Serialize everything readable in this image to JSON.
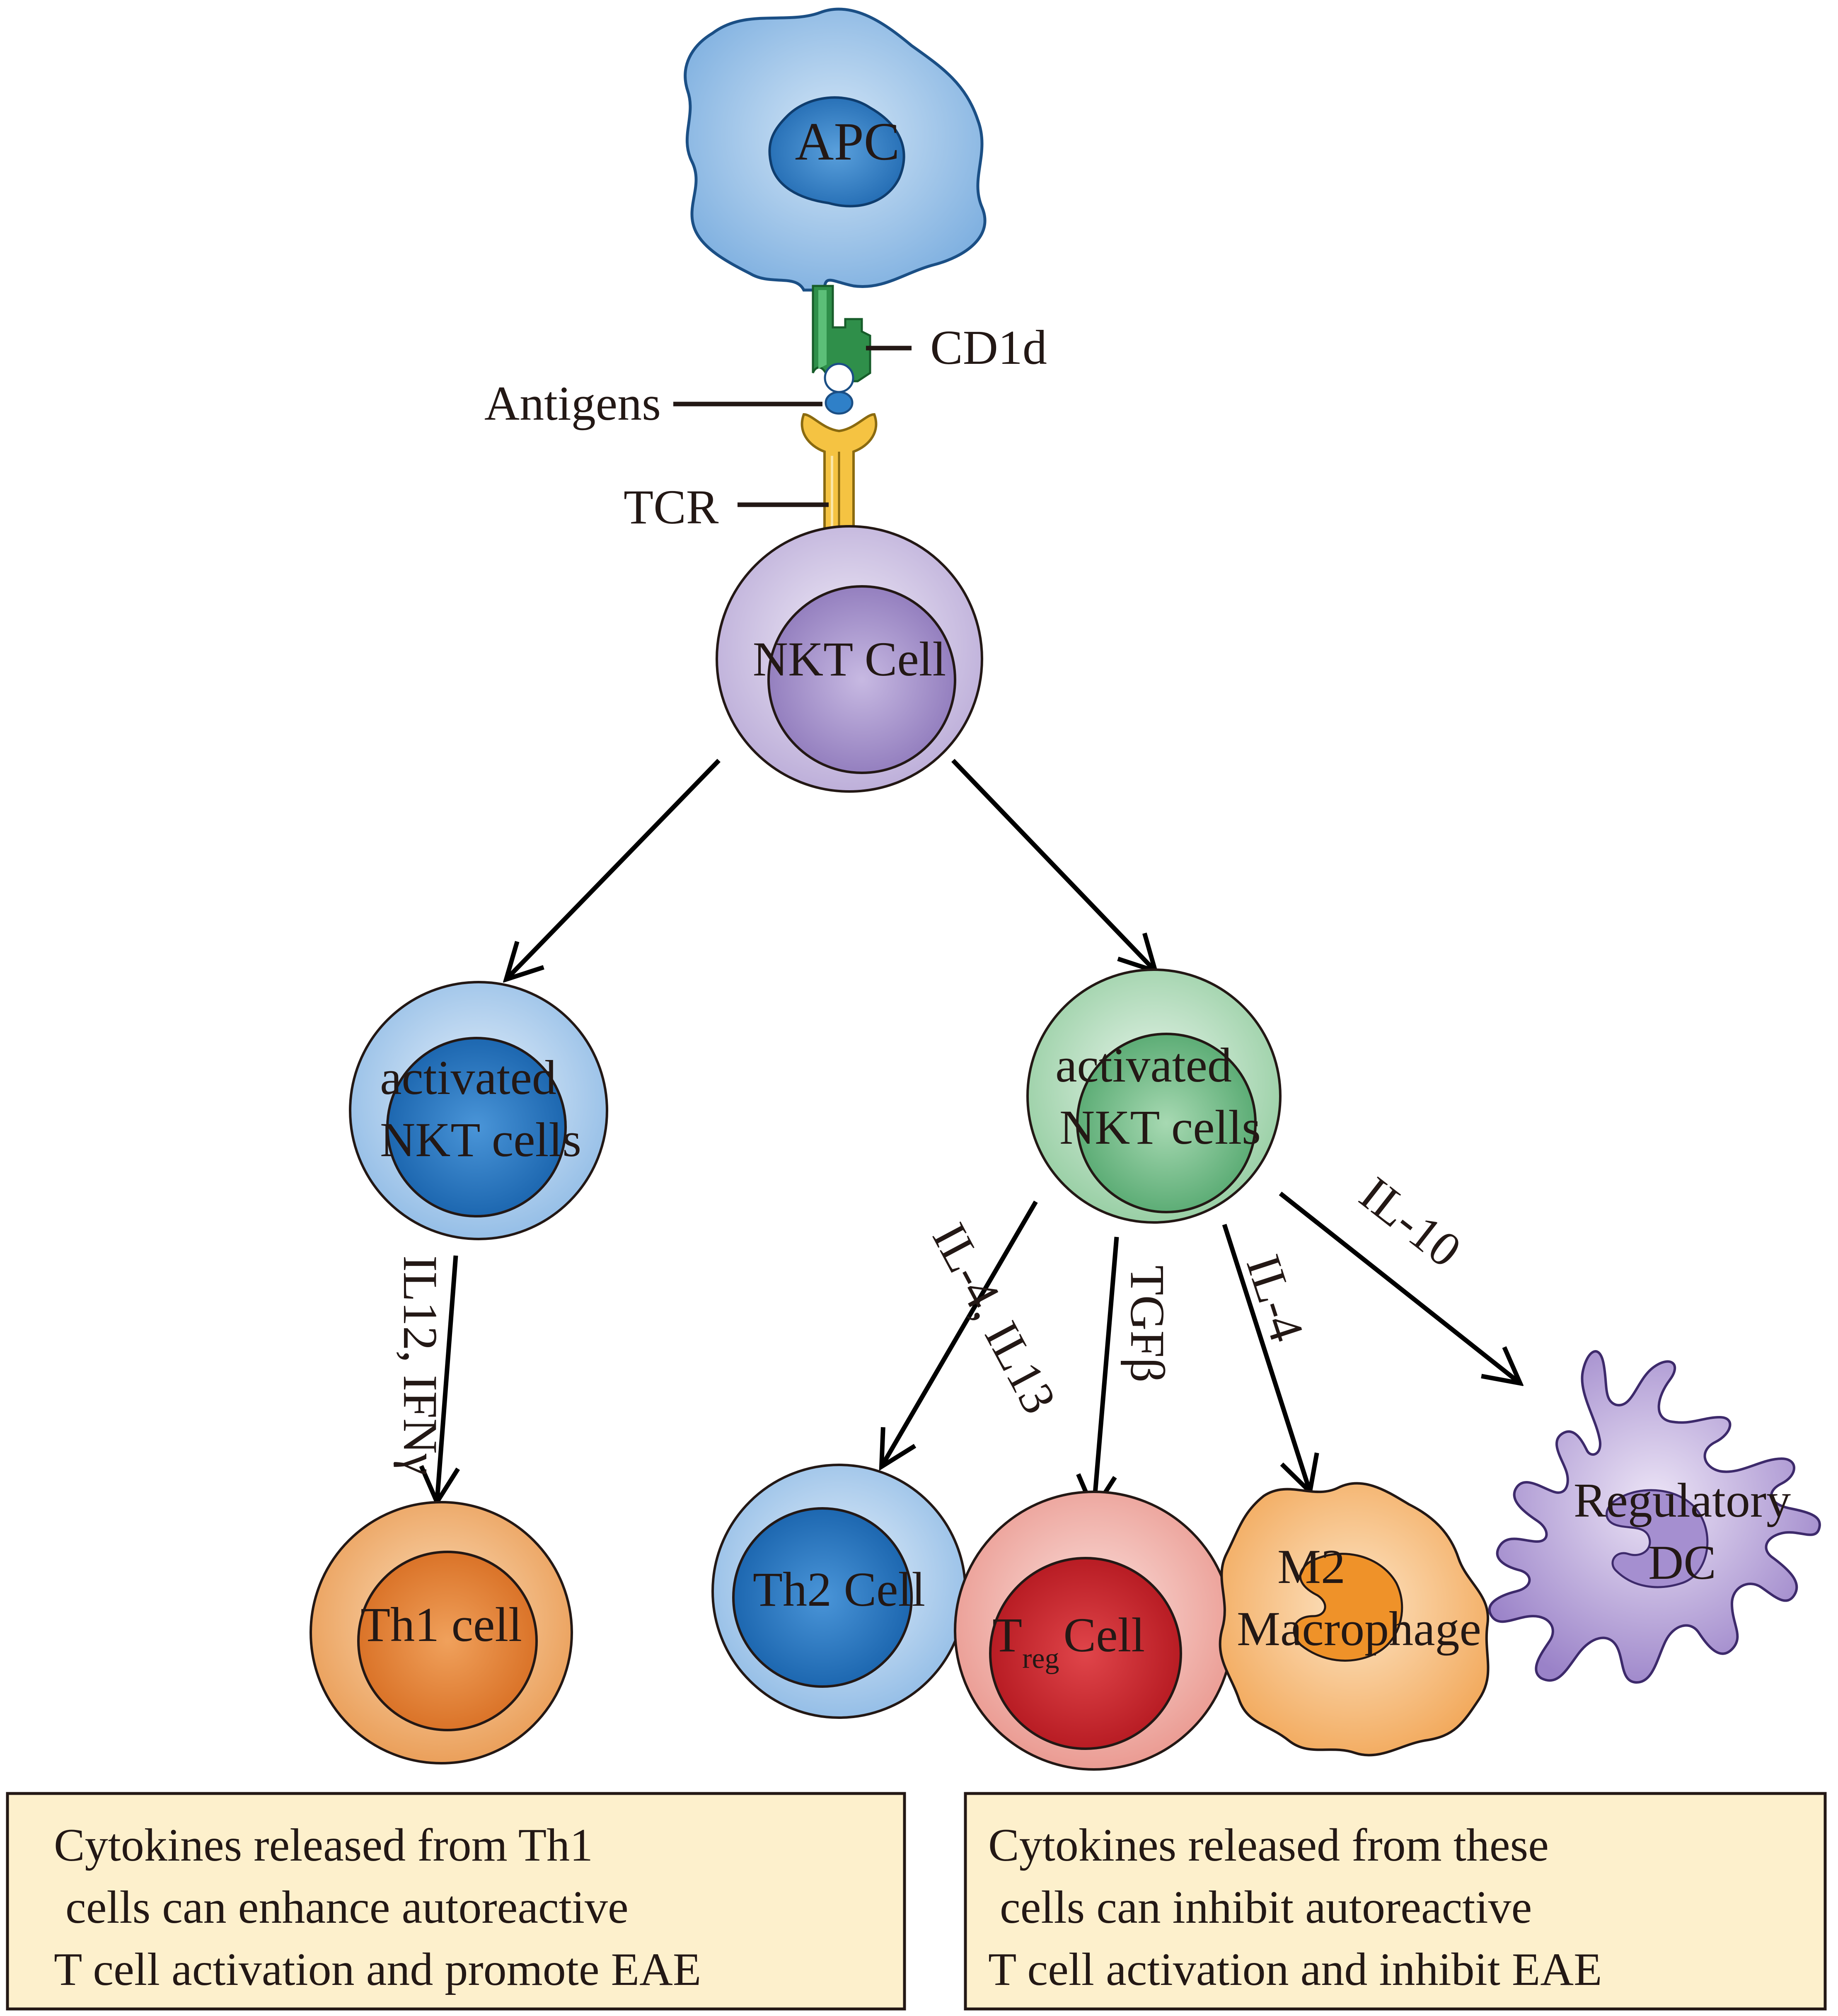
{
  "cells": {
    "apc": "APC",
    "nkt": "NKT Cell",
    "activated_left": [
      "activated",
      "NKT cells"
    ],
    "activated_right": [
      "activated",
      "NKT cells"
    ],
    "th1": "Th1 cell",
    "th2": "Th2 Cell",
    "treg_main": "T",
    "treg_sub": "reg",
    "treg_tail": "Cell",
    "m2": [
      "M2",
      "Macrophage"
    ],
    "dc": [
      "Regulatory",
      "DC"
    ]
  },
  "receptors": {
    "cd1d": "CD1d",
    "antigens": "Antigens",
    "tcr": "TCR"
  },
  "cytokines": {
    "th1": "IL12, IFNγ",
    "th2": "IL-4, IL13",
    "treg": "TGFβ",
    "m2": "IL-4",
    "dc": "IL-10"
  },
  "boxes": {
    "left": [
      "Cytokines released from Th1",
      " cells can enhance autoreactive",
      "T cell activation and promote EAE"
    ],
    "right": [
      "Cytokines released from these",
      " cells can inhibit autoreactive",
      "T cell activation and inhibit EAE"
    ]
  },
  "colors": {
    "apc": "#6fa4dc",
    "nkt": "#9d8ac3",
    "activated_left": "#2e79c2",
    "activated_right": "#5cae74",
    "th1": "#e27a2e",
    "th2": "#2c7cc4",
    "treg": "#c9262c",
    "m2": "#f3a14a",
    "dc": "#8a6bb8",
    "cd1d": "#2f8f4a",
    "tcr": "#f5c342",
    "box_fill": "#fdf0cc"
  }
}
